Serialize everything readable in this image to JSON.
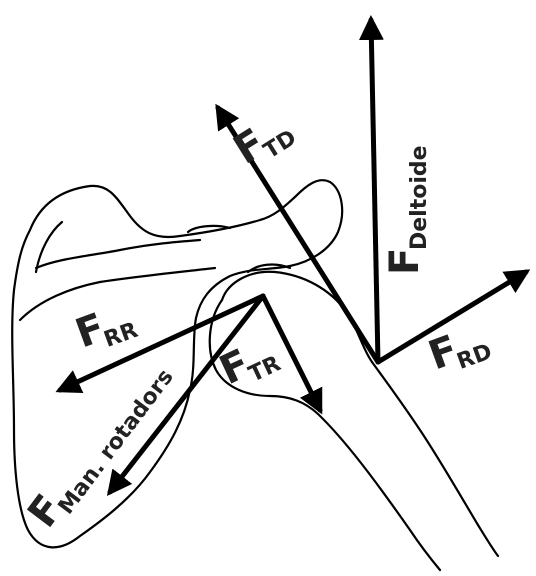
{
  "labels": {
    "ftd": {
      "main": "F",
      "sub": "TD"
    },
    "deltoide": {
      "main": "F",
      "sub": "Deltoide"
    },
    "frr": {
      "main": "F",
      "sub": "RR"
    },
    "ftr": {
      "main": "F",
      "sub": "TR"
    },
    "frd": {
      "main": "F",
      "sub": "RD"
    },
    "man": {
      "main": "F",
      "sub": "Man. rotadors"
    }
  },
  "colors": {
    "ink": "#000000",
    "background": "#ffffff"
  }
}
